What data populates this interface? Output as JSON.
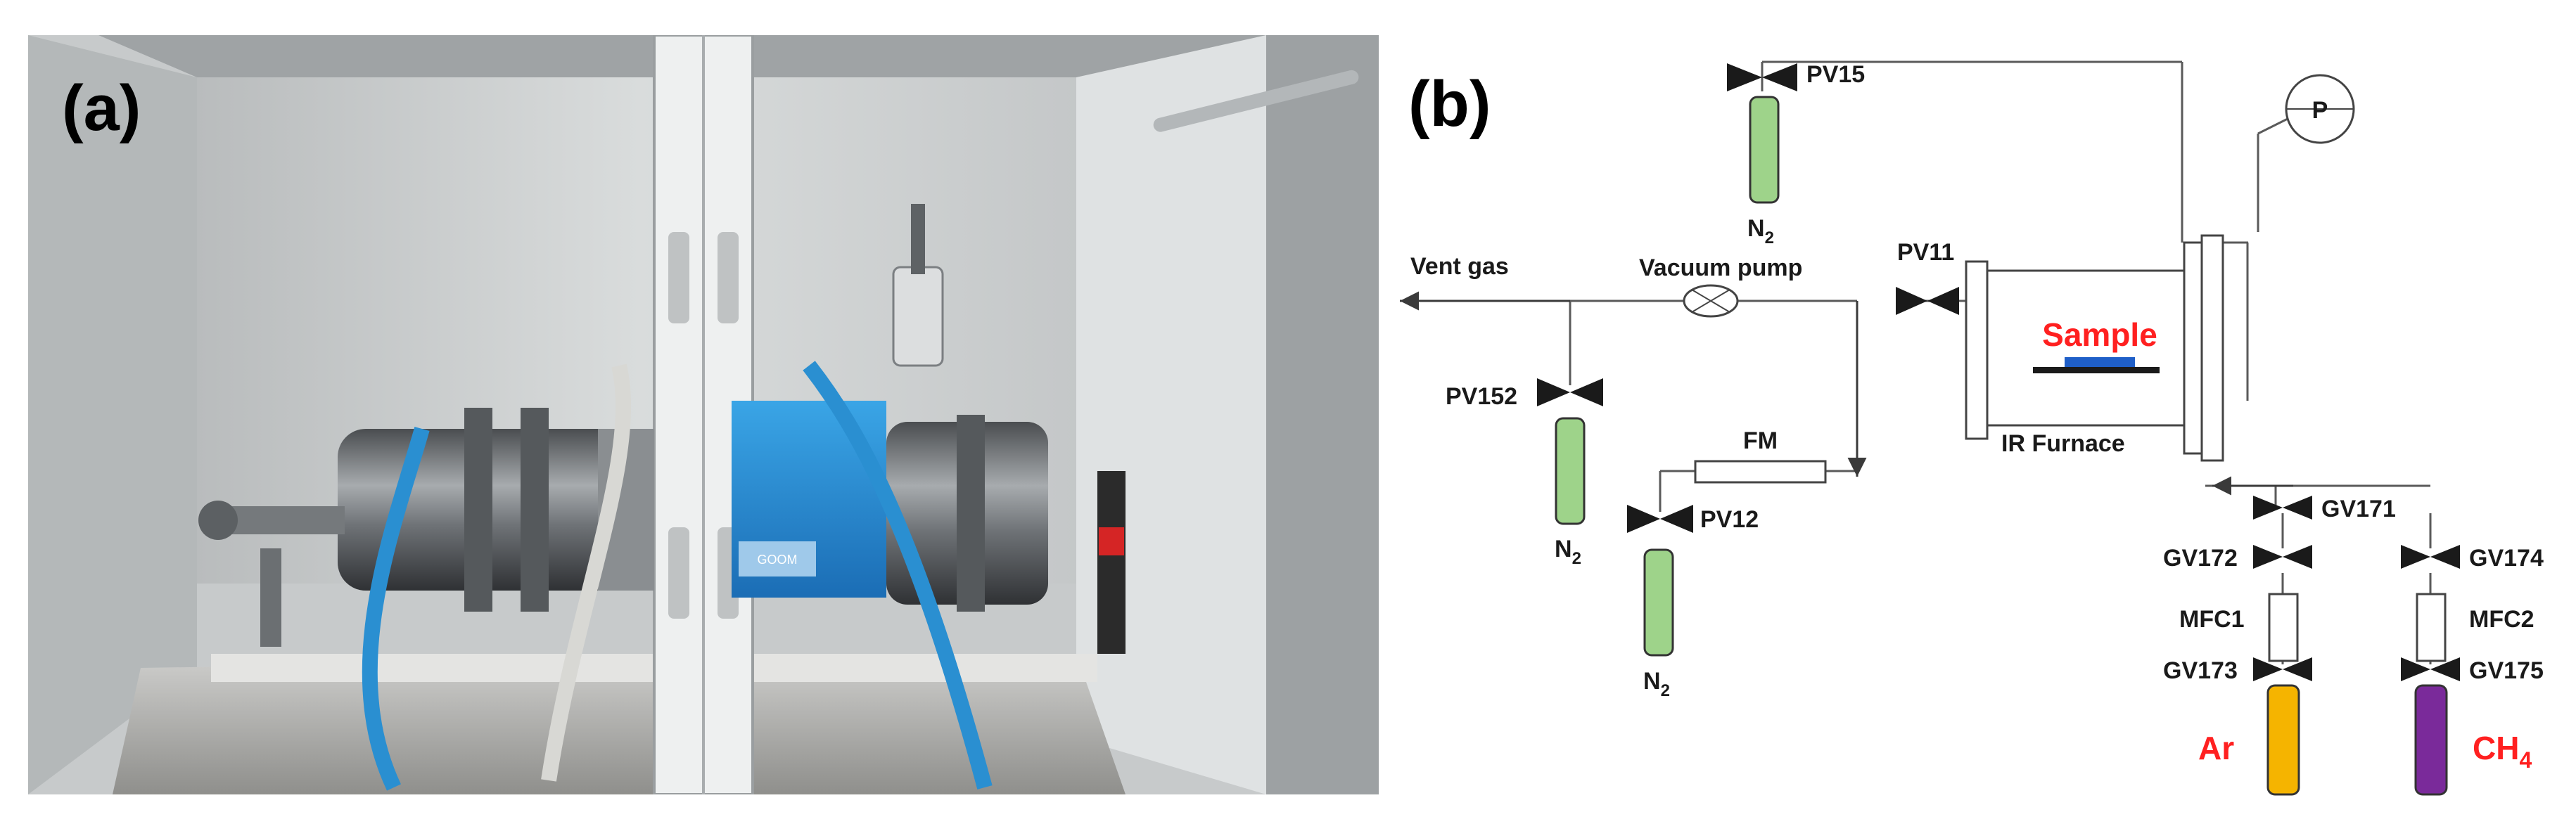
{
  "panels": {
    "a": {
      "label": "(a)"
    },
    "b": {
      "label": "(b)"
    }
  },
  "schematic": {
    "labels": {
      "pv15": "PV15",
      "pv11": "PV11",
      "pv152": "PV152",
      "pv12": "PV12",
      "gv171": "GV171",
      "gv172": "GV172",
      "gv173": "GV173",
      "gv174": "GV174",
      "gv175": "GV175",
      "vent_gas": "Vent gas",
      "vacuum_pump": "Vacuum pump",
      "fm": "FM",
      "mfc1": "MFC1",
      "mfc2": "MFC2",
      "ir_furnace": "IR Furnace",
      "sample": "Sample",
      "pressure_gauge": "P",
      "n2": "N",
      "n2_sub": "2",
      "ar": "Ar",
      "ch4": "CH",
      "ch4_sub": "4"
    },
    "colors": {
      "n2_cylinder": "#9ed38a",
      "ar_cylinder": "#f5b400",
      "ch4_cylinder": "#7a2a9a",
      "highlight_text": "#ff2020",
      "sample_plate": "#1f5fc8"
    }
  },
  "photo": {
    "device_label": "GOOM"
  }
}
